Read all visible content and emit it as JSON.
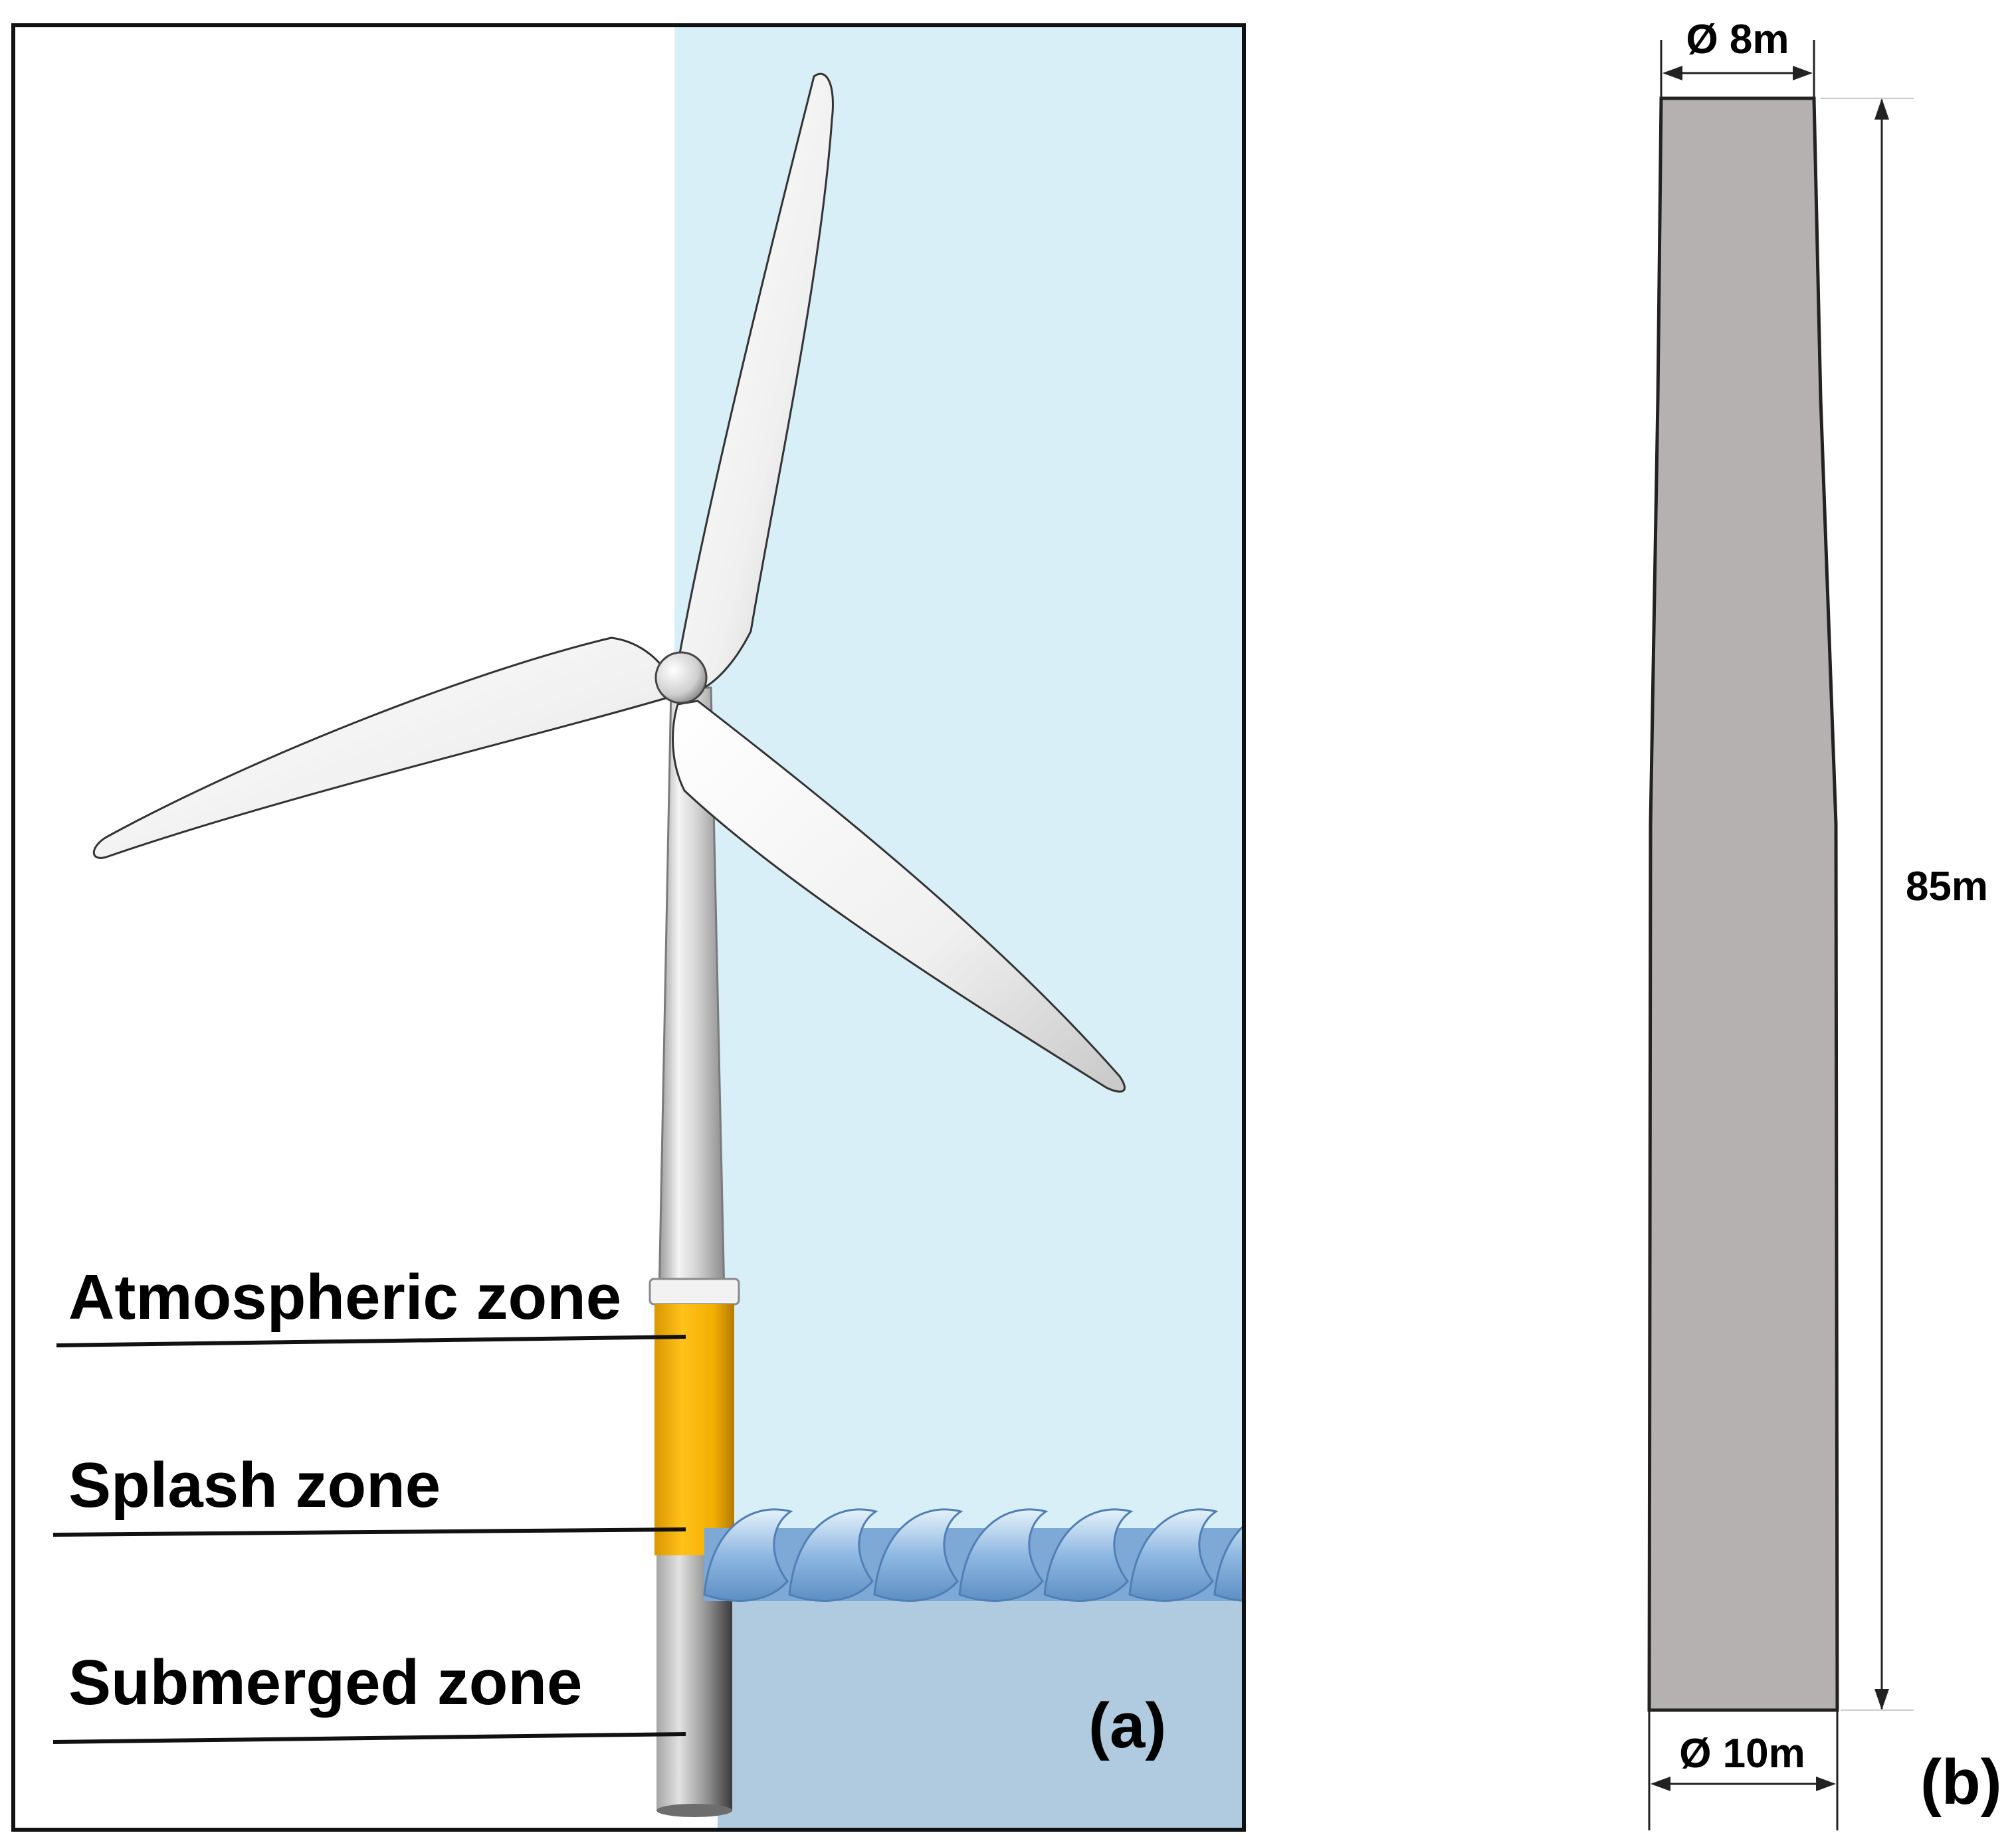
{
  "panel_a": {
    "zones": {
      "atmospheric": "Atmospheric zone",
      "splash": "Splash zone",
      "submerged": "Submerged zone"
    },
    "tag": "(a)"
  },
  "panel_b": {
    "top_diameter": "Ø 8m",
    "bottom_diameter": "Ø 10m",
    "height": "85m",
    "tag": "(b)"
  },
  "colors": {
    "sky": "#d9eff8",
    "sea": "#b0cae0",
    "splash_band": "#f3b000",
    "monopile": "#b4b1b0",
    "tower": "#d3d3d3"
  }
}
